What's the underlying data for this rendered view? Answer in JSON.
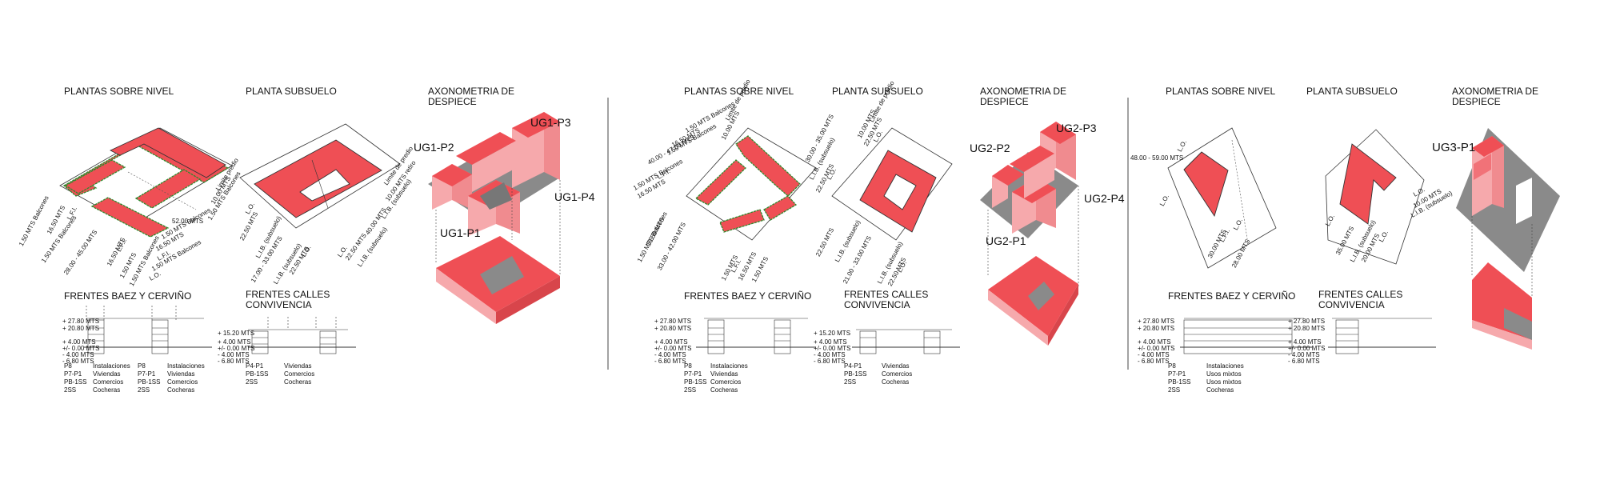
{
  "colors": {
    "red": "#f0535a",
    "pink": "#f7a9ab",
    "gray": "#8a8a8a",
    "dark": "#555555",
    "line": "#222222"
  },
  "group1": {
    "plantas_title": "PLANTAS SOBRE NIVEL",
    "subsuelo_title": "PLANTA SUBSUELO",
    "axo_title_1": "AXONOMETRIA DE",
    "axo_title_2": "DESPIECE",
    "tags": [
      "UG1-P2",
      "UG1-P3",
      "UG1-P4",
      "UG1-P1"
    ],
    "plan_labels_left": [
      "1.50 MTS Balcones",
      "16.50 MTS",
      "L.F.I.",
      "1.50 MTS Balcones",
      "28.00 - 45.00 MTS",
      "16.50 MTS",
      "L.F.I.",
      "1.50 MTS",
      "1.50 MTS Balcones"
    ],
    "plan_labels_right": [
      "Limite predio",
      "10.00 MTS",
      "1.50 MTS Balcones",
      "52.00 MTS",
      "1.50 MTS Balcones",
      "16.50 MTS",
      "L.F.I.",
      "1.50 MTS Balcones",
      "L.O."
    ],
    "sub_labels": [
      "22.50 MTS",
      "L.O.",
      "L.I.B. (subsuelo)",
      "17.00 - 33.00 MTS",
      "L.I.B. (subsuelo)",
      "22.50 MTS",
      "L.O.",
      "Limite de predio",
      "10.00 MTS retiro",
      "L.I.B. (subsuelo)",
      "40.00 MTS",
      "L.I.B. (subsuelo)",
      "22.50 MTS",
      "L.O."
    ],
    "frentes_title": "FRENTES BAEZ Y CERVIÑO",
    "conv_title_1": "FRENTES CALLES",
    "conv_title_2": "CONVIVENCIA",
    "levels_a": [
      "+ 27.80 MTS",
      "+ 20.80 MTS",
      "+ 4.00 MTS",
      "+/- 0.00 MTS",
      "- 4.00 MTS",
      "- 6.80 MTS"
    ],
    "levels_b": [
      "+ 15.20 MTS",
      "+ 4.00 MTS",
      "+/- 0.00 MTS",
      "- 4.00 MTS",
      "- 6.80 MTS"
    ],
    "col_a1": "P8\nP7-P1\nPB-1SS\n2SS",
    "col_a2": "Instalaciones\nViviendas\nComercios\nCocheras",
    "col_b1": "P4-P1\nPB-1SS\n2SS",
    "col_b2": "Viviendas\nComercios\nCocheras",
    "tick_labels": [
      "L.O.",
      "L.F.I.",
      "L.F.I.",
      "L.O."
    ]
  },
  "group2": {
    "plantas_title": "PLANTAS SOBRE NIVEL",
    "subsuelo_title": "PLANTA SUBSUELO",
    "axo_title_1": "AXONOMETRIA DE",
    "axo_title_2": "DESPIECE",
    "tags": [
      "UG2-P2",
      "UG2-P3",
      "UG2-P4",
      "UG2-P1"
    ],
    "plan_labels": [
      "Limite de predio",
      "10.00 MTS",
      "1.50 MTS Balcones",
      "16.50 MTS",
      "1.50 MTS Balcones",
      "40.00 - 47.00 MTS",
      "L.F.I.",
      "1.50 MTS Balcones",
      "16.50 MTS",
      "1.50 MTS Balcones",
      "33.00 - 42.00 MTS",
      "16.50 MTS",
      "1.50 MTS",
      "L.F.I.",
      "16.50 MTS",
      "1.50 MTS"
    ],
    "sub_labels": [
      "Limite de predio",
      "10.00 MTS",
      "22.50 MTS",
      "L.O.",
      "30.00 - 35.00 MTS",
      "L.I.B. (subsuelo)",
      "22.50 MTS",
      "L.O.",
      "22.50 MTS",
      "L.I.B. (subsuelo)",
      "21.00 - 33.00 MTS",
      "L.I.B. (subsuelo)",
      "22.50 MTS",
      "L.O."
    ],
    "frentes_title": "FRENTES BAEZ Y CERVIÑO",
    "conv_title_1": "FRENTES CALLES",
    "conv_title_2": "CONVIVENCIA",
    "levels_a": [
      "+ 27.80 MTS",
      "+ 20.80 MTS",
      "+ 4.00 MTS",
      "+/- 0.00 MTS",
      "- 4.00 MTS",
      "- 6.80 MTS"
    ],
    "levels_b": [
      "+ 15.20 MTS",
      "+ 4.00 MTS",
      "+/- 0.00 MTS",
      "- 4.00 MTS",
      "- 6.80 MTS"
    ],
    "col_a1": "P8\nP7-P1\nPB-1SS\n2SS",
    "col_a2": "Instalaciones\nViviendas\nComercios\nCocheras",
    "col_b1": "P4-P1\nPB-1SS\n2SS",
    "col_b2": "Viviendas\nComercios\nCocheras"
  },
  "group3": {
    "plantas_title": "PLANTAS SOBRE NIVEL",
    "subsuelo_title": "PLANTA SUBSUELO",
    "axo_title_1": "AXONOMETRIA DE",
    "axo_title_2": "DESPIECE",
    "tag": "UG3-P1",
    "plan_labels": [
      "48.00 - 59.00 MTS",
      "L.O.",
      "L.O.",
      "L.O.",
      "30.00 MTS",
      "L.F.I.",
      "28.00 MTS"
    ],
    "sub_labels": [
      "L.O.",
      "10.00 MTS",
      "L.I.B. (subsuelo)",
      "L.O.",
      "35.00 MTS",
      "L.I.B. (subsuelo)",
      "20.00 MTS",
      "L.O."
    ],
    "frentes_title": "FRENTES BAEZ Y CERVIÑO",
    "conv_title_1": "FRENTES CALLES",
    "conv_title_2": "CONVIVENCIA",
    "levels_a": [
      "+ 27.80 MTS",
      "+ 20.80 MTS",
      "+ 4.00 MTS",
      "+/- 0.00 MTS",
      "- 4.00 MTS",
      "- 6.80 MTS"
    ],
    "levels_b": [
      "+ 27.80 MTS",
      "+ 20.80 MTS",
      "+ 4.00 MTS",
      "+/- 0.00 MTS",
      "- 4.00 MTS",
      "- 6.80 MTS"
    ],
    "col_a1": "P8\nP7-P1\nPB-1SS\n2SS",
    "col_a2": "Instalaciones\nUsos mixtos\nUsos mixtos\nCocheras"
  }
}
